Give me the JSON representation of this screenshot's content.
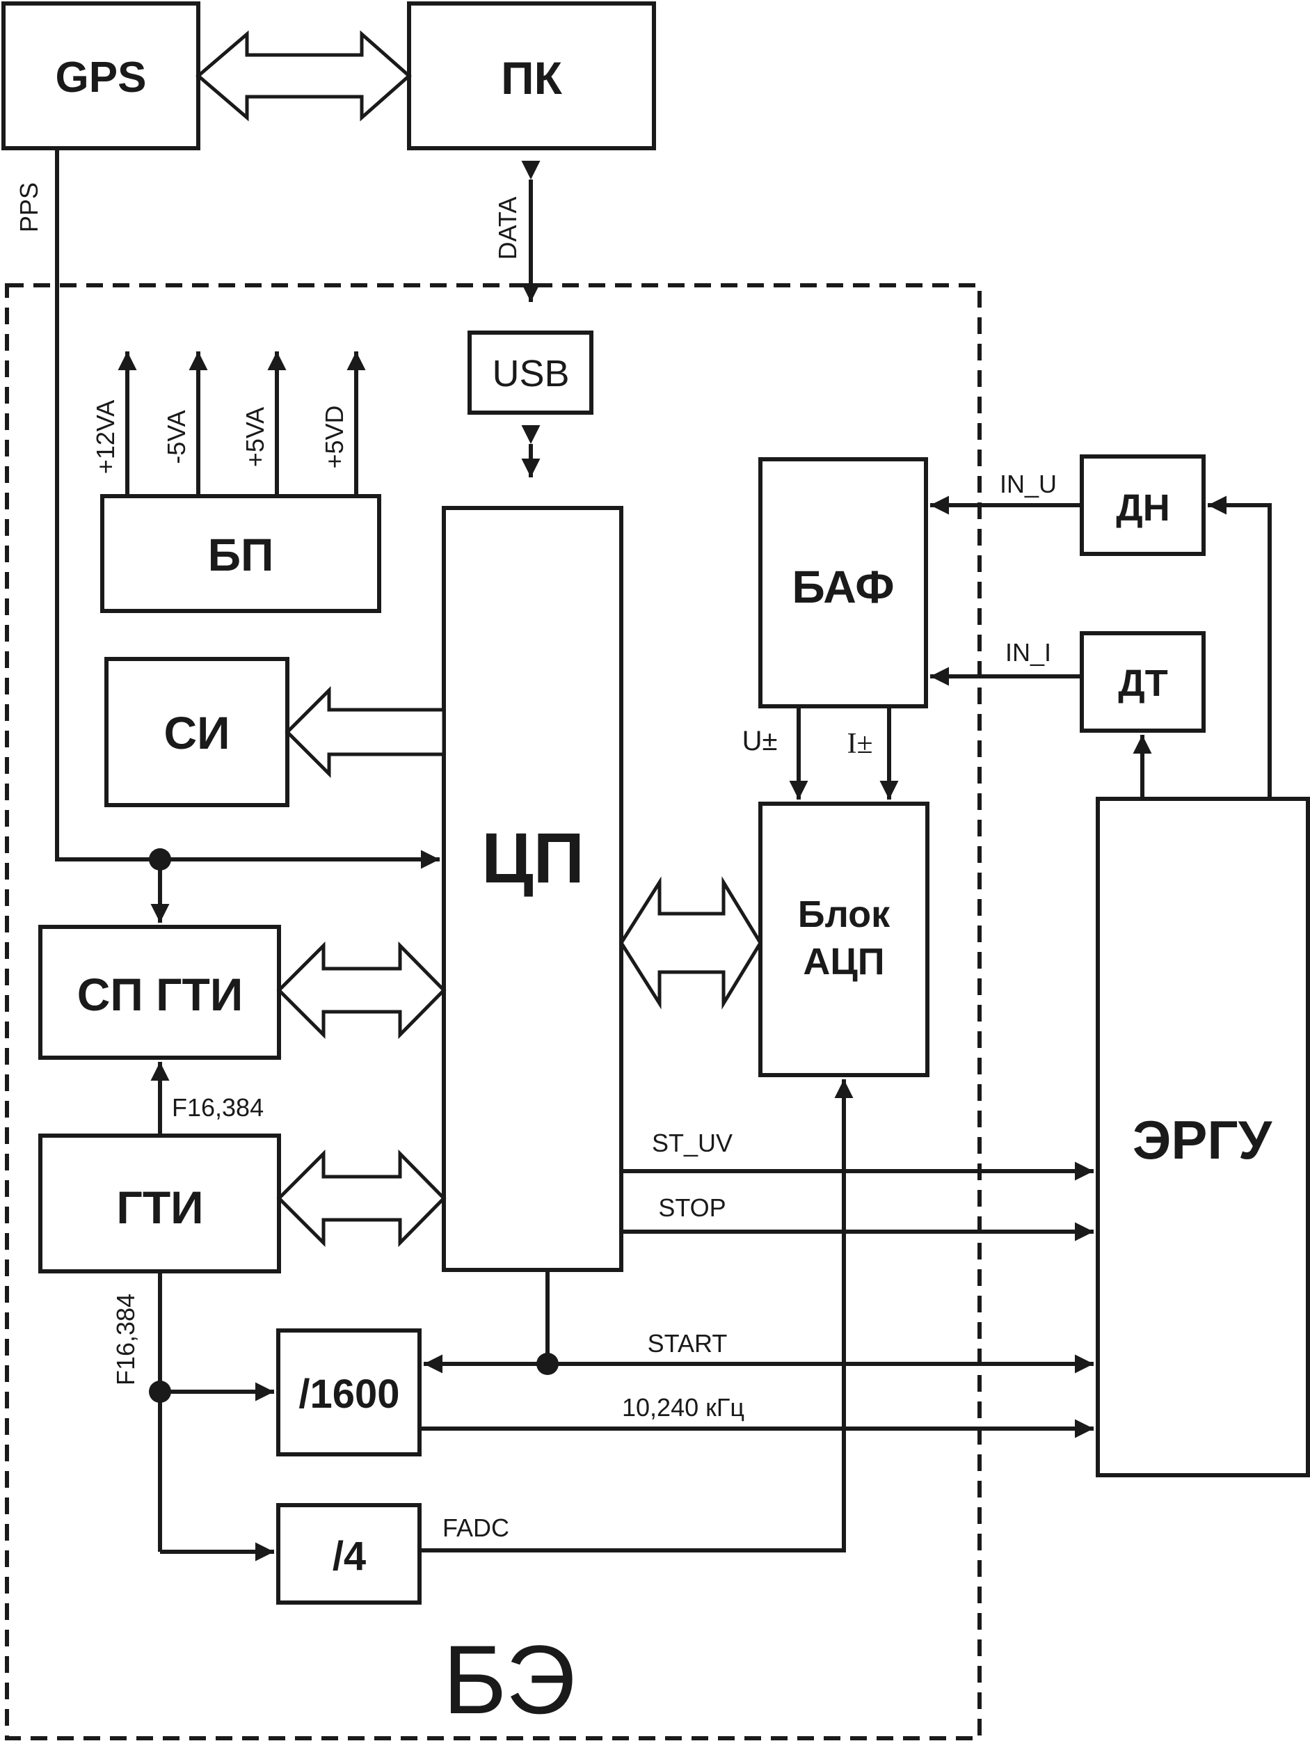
{
  "diagram": {
    "blocks": {
      "gps": "GPS",
      "pk": "ПК",
      "usb": "USB",
      "bp": "БП",
      "si": "СИ",
      "cp": "ЦП",
      "baf": "БАФ",
      "adc_line1": "Блок",
      "adc_line2": "АЦП",
      "sp_gti": "СП ГТИ",
      "gti": "ГТИ",
      "div1600": "/1600",
      "div4": "/4",
      "dn": "ДН",
      "dt": "ДТ",
      "ergu": "ЭРГУ"
    },
    "container_label": "БЭ",
    "signals": {
      "pps": "PPS",
      "data": "DATA",
      "v12a": "+12VA",
      "vm5a": "-5VA",
      "v5a": "+5VA",
      "v5d": "+5VD",
      "in_u": "IN_U",
      "in_i": "IN_I",
      "u_pm": "U±",
      "i_pm": "I±",
      "f16_top": "F16,384",
      "f16_left": "F16,384",
      "st_uv": "ST_UV",
      "stop": "STOP",
      "start": "START",
      "khz": "10,240 кГц",
      "fadc": "FADC"
    }
  }
}
